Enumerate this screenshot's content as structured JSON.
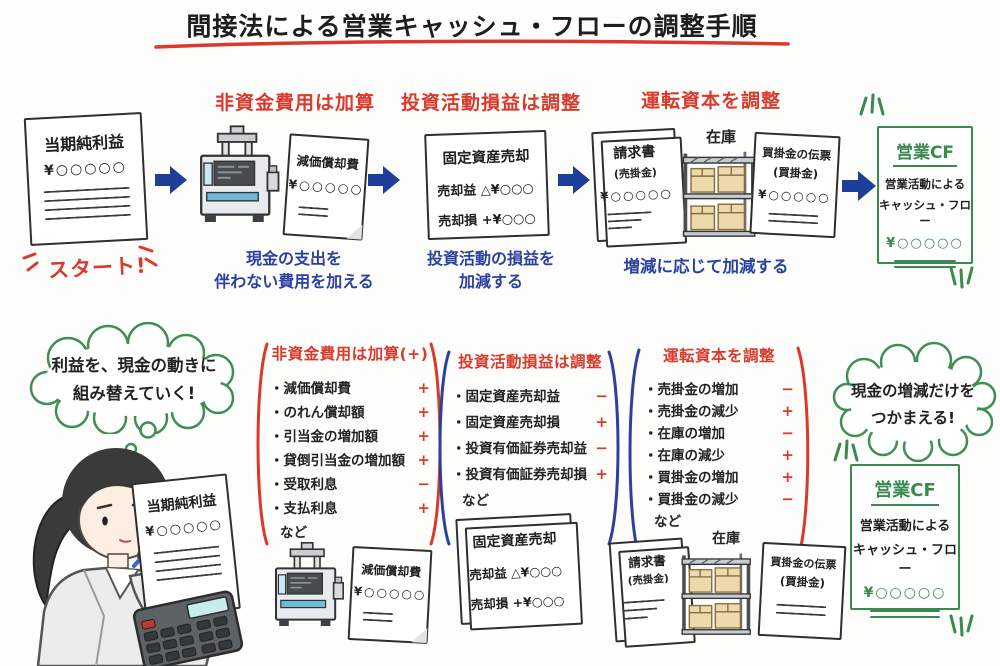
{
  "title": "間接法による営業キャッシュ・フローの調整手順",
  "colors": {
    "red": "#d93a2c",
    "blue": "#2b41a0",
    "arrow_blue": "#1e3e99",
    "green": "#3a8a4f"
  },
  "start": {
    "doc_title": "当期純利益",
    "amount": "¥○○○○○",
    "label": "スタート!"
  },
  "step1": {
    "heading": "非資金費用は加算",
    "doc_title": "減価償却費",
    "amount": "¥○○○○○",
    "caption_line1": "現金の支出を",
    "caption_line2": "伴わない費用を加える"
  },
  "step2": {
    "heading": "投資活動損益は調整",
    "doc_title": "固定資産売却",
    "row1": "売却益 △¥○○○",
    "row2": "売却損 +¥○○○",
    "caption_line1": "投資活動の損益を",
    "caption_line2": "加減する"
  },
  "step3": {
    "heading": "運転資本を調整",
    "invoice_title": "請求書",
    "invoice_sub": "(売掛金)",
    "invoice_amount": "¥○○○○○",
    "inventory_label": "在庫",
    "payable_title": "買掛金の伝票",
    "payable_sub": "(買掛金)",
    "payable_amount": "¥○○○○○",
    "caption": "増減に応じて加減する"
  },
  "result": {
    "title": "営業CF",
    "line1": "営業活動による",
    "line2": "キャッシュ・フロー",
    "amount": "¥○○○○○"
  },
  "bubbles": {
    "left_line1": "利益を、現金の動きに",
    "left_line2": "組み替えていく!",
    "right_line1": "現金の増減だけを",
    "right_line2": "つかまえる!"
  },
  "lists": [
    {
      "heading": "非資金費用は加算(+)",
      "items": [
        {
          "label": "・減価償却費",
          "sign": "+"
        },
        {
          "label": "・のれん償却額",
          "sign": "+"
        },
        {
          "label": "・引当金の増加額",
          "sign": "+"
        },
        {
          "label": "・貸倒引当金の増加額",
          "sign": "+"
        },
        {
          "label": "・受取利息",
          "sign": "−"
        },
        {
          "label": "・支払利息",
          "sign": "+"
        },
        {
          "label": "など",
          "sign": ""
        }
      ]
    },
    {
      "heading": "投資活動損益は調整",
      "items": [
        {
          "label": "・固定資産売却益",
          "sign": "−"
        },
        {
          "label": "・固定資産売却損",
          "sign": "+"
        },
        {
          "label": "・投資有価証券売却益",
          "sign": "−"
        },
        {
          "label": "・投資有価証券売却損",
          "sign": "+"
        },
        {
          "label": "など",
          "sign": ""
        }
      ]
    },
    {
      "heading": "運転資本を調整",
      "items": [
        {
          "label": "・売掛金の増加",
          "sign": "−"
        },
        {
          "label": "・売掛金の減少",
          "sign": "+"
        },
        {
          "label": "・在庫の増加",
          "sign": "−"
        },
        {
          "label": "・在庫の減少",
          "sign": "+"
        },
        {
          "label": "・買掛金の増加",
          "sign": "+"
        },
        {
          "label": "・買掛金の減少",
          "sign": "−"
        },
        {
          "label": "など",
          "sign": ""
        }
      ]
    }
  ]
}
